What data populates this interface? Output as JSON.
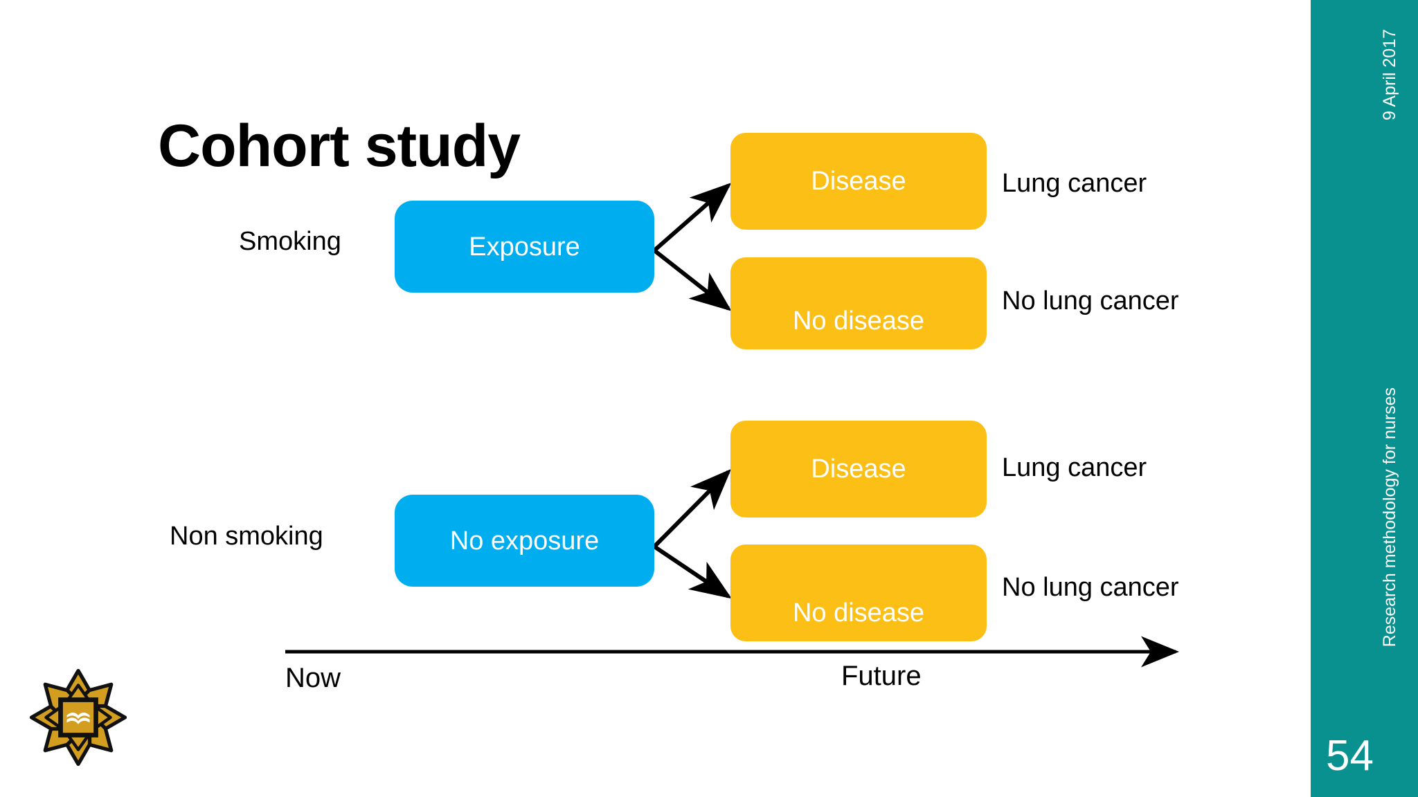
{
  "slide": {
    "title": "Cohort study",
    "page_number": "54",
    "background_color": "#ffffff",
    "accent_colors": {
      "sidebar_teal": "#08918F",
      "exposure_blue": "#00AEEF",
      "outcome_yellow": "#FCBF15",
      "logo_gold": "#D39E1F",
      "text_black": "#000000"
    }
  },
  "sidebar": {
    "date": "9 April 2017",
    "subject": "Research methodology for nurses",
    "page_number": "54"
  },
  "diagram": {
    "type": "flow-tree",
    "groups": [
      {
        "name": "exposed-group",
        "side_label": "Smoking",
        "exposure_box": "Exposure",
        "outcomes": [
          {
            "box": "Disease",
            "label": "Lung cancer"
          },
          {
            "box": "No disease",
            "label": "No lung cancer"
          }
        ]
      },
      {
        "name": "unexposed-group",
        "side_label": "Non smoking",
        "exposure_box": "No exposure",
        "outcomes": [
          {
            "box": "Disease",
            "label": "Lung cancer"
          },
          {
            "box": "No disease",
            "label": "No lung cancer"
          }
        ]
      }
    ]
  },
  "timeline": {
    "start_label": "Now",
    "end_label": "Future",
    "direction": "left-to-right"
  },
  "logo": {
    "name": "quran-floral-star-logo"
  }
}
